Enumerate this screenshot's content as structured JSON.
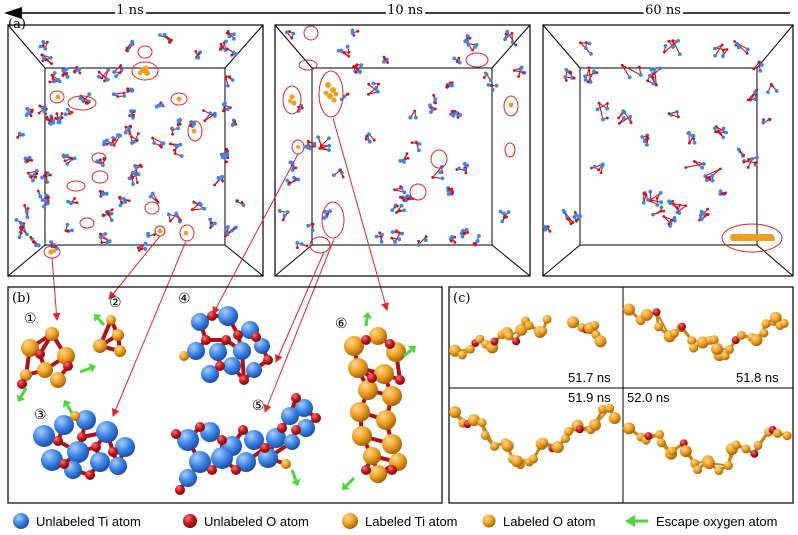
{
  "panel_a": {
    "label": "(a)",
    "times": [
      "1 ns",
      "10 ns",
      "60 ns"
    ]
  },
  "panel_b": {
    "label": "(b)",
    "cluster_numbers": [
      "①",
      "②",
      "③",
      "④",
      "⑤",
      "⑥"
    ]
  },
  "panel_c": {
    "label": "(c)",
    "times": [
      "51.7 ns",
      "51.8 ns",
      "51.9 ns",
      "52.0 ns"
    ]
  },
  "legend": [
    {
      "label": "Unlabeled Ti atom",
      "icon": "blue-sphere-icon",
      "color": "#3d86e8"
    },
    {
      "label": "Unlabeled O atom",
      "icon": "red-sphere-icon",
      "color": "#c8141c"
    },
    {
      "label": "Labeled Ti atom",
      "icon": "orange-sphere-icon",
      "color": "#f0a020"
    },
    {
      "label": "Labeled O atom",
      "icon": "orange-sphere-small-icon",
      "color": "#e89418"
    },
    {
      "label": "Escape oxygen atom",
      "icon": "green-arrow-icon",
      "color": "#4cd63a"
    }
  ],
  "colors": {
    "ti": "#3d86e8",
    "o": "#c8141c",
    "labeled": "#f0a020",
    "escape": "#4cd63a",
    "highlight": "#e0262c"
  }
}
